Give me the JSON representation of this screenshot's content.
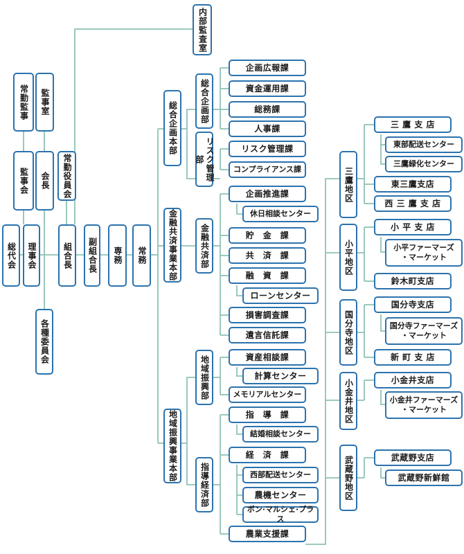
{
  "nodes": {
    "sodaikai": "総代会",
    "jokin_kanji": "常勤監事",
    "kanjishitsu": "監事室",
    "kanjikai": "監事会",
    "kaicho": "会長",
    "rijikai": "理事会",
    "kakushu_iinkai": "各種委員会",
    "jokin_yakuinkai": "常勤役員会",
    "kumiaicho": "組合長",
    "fuku_kumiaicho": "副組合長",
    "senmu": "専務",
    "jomu": "常務",
    "naibu_kansashitsu": "内部監査室",
    "sogo_kikaku_honbu": "総合企画本部",
    "kinyu_kyosai_honbu": "金融共済事業本部",
    "chiiki_shinko_honbu": "地域振興事業本部",
    "sogo_kikakubu": "総合企画部",
    "risk_kanribu": "リスク管理部",
    "kinyu_kyosaibu": "金融共済部",
    "chiiki_shinkobu": "地域振興部",
    "shido_keizaibu": "指導経済部",
    "kikaku_kohoka": "企画広報課",
    "shikin_unyoka": "資金運用課",
    "somuka": "総務課",
    "jinjika": "人事課",
    "risk_kanrika": "リスク管理課",
    "compliance_ka": "コンプライアンス課",
    "kikaku_suishinka": "企画推進課",
    "kyujitsu_center": "休日相談センター",
    "chokinka": "貯　金　課",
    "kyosaika": "共　済　課",
    "yushika": "融　資　課",
    "loan_center": "ローンセンター",
    "songai_chosaka": "損害調査課",
    "igon_shintakuka": "遺言信託課",
    "shisan_sodanka": "資産相談課",
    "keisan_center": "計算センター",
    "memorial_center": "メモリアルセンター",
    "shidoka": "指　導　課",
    "kekkon_center": "結婚相談センター",
    "keizaika": "経　済　課",
    "seibu_haiso": "西部配送センター",
    "noki_center": "農機センター",
    "bon_marche": "ボン·マルシェ·プラス",
    "nogyo_shienka": "農業支援課",
    "mitaka_chiku": "三鷹地区",
    "kodaira_chiku": "小平地区",
    "kokubunji_chiku": "国分寺地区",
    "koganei_chiku": "小金井地区",
    "musashino_chiku": "武蔵野地区",
    "mitaka_shiten": "三 鷹 支 店",
    "tobu_haiso": "東部配送センター",
    "mitaka_ryokka": "三鷹緑化センター",
    "higashi_mitaka": "東三鷹支店",
    "nishi_mitaka": "西 三 鷹 支 店",
    "kodaira_shiten": "小 平 支 店",
    "kodaira_fm": "小平ファーマーズ\n・マーケット",
    "suzukicho": "鈴木町支店",
    "kokubunji_shiten": "国分寺支店",
    "kokubunji_fm": "国分寺ファーマーズ\n・マーケット",
    "shinmachi": "新 町 支 店",
    "koganei_shiten": "小金井支店",
    "koganei_fm": "小金井ファーマーズ\n・マーケット",
    "musashino_shiten": "武蔵野支店",
    "musashino_shinsenkan": "武蔵野新鮮館"
  },
  "colors": {
    "line": "#8fc3b5",
    "border": "#2b72ad"
  }
}
